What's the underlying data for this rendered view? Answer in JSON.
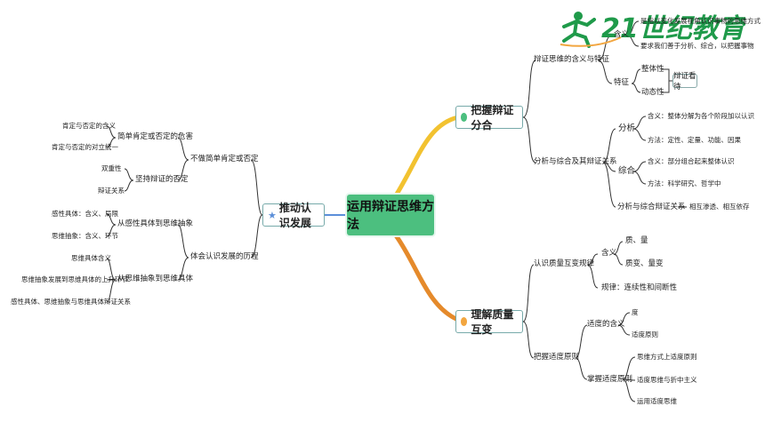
{
  "center": "运用辩证思维方法",
  "branches": {
    "top_right": {
      "title": "把握辩证分合",
      "sub1": {
        "title": "辩证思维的含义与特征",
        "meaning_label": "含义",
        "meaning_line1": "是指以变化发展视角认识事物的思维方式",
        "meaning_line2": "要求我们善于分析、综合，以把握事物",
        "features_label": "特征",
        "feature1": "整体性",
        "feature2": "动态性",
        "feature_box": "辩证看待"
      },
      "sub2": {
        "title": "分析与综合及其辩证关系",
        "analysis_label": "分析",
        "analysis_meaning": "含义：整体分解为各个阶段加以认识",
        "analysis_method": "方法：定性、定量、功能、因果",
        "synthesis_label": "综合",
        "synthesis_meaning": "含义：部分组合起来整体认识",
        "synthesis_method": "方法：科学研究、哲学中",
        "relation_label": "分析与综合辩证关系",
        "relation_value": "相互渗透、相互依存"
      }
    },
    "bottom_right": {
      "title": "理解质量互变",
      "sub1": {
        "title": "认识质量互变规律",
        "meaning_label": "含义",
        "meaning1": "质、量",
        "meaning2": "质变、量变",
        "rule": "规律：连续性和间断性"
      },
      "sub2": {
        "title": "把握适度原则",
        "degree_label": "适度的含义",
        "degree1": "度",
        "degree2": "适度原则",
        "master_label": "掌握适度原则",
        "master1": "思维方式上适度原则",
        "master2": "适度思维与折中主义",
        "master3": "运用适度思维"
      }
    },
    "left": {
      "title": "推动认识发展",
      "sub1": {
        "title": "不做简单肯定或否定",
        "a_label": "简单肯定或否定的危害",
        "a1": "肯定与否定的含义",
        "a2": "肯定与否定的对立统一",
        "b_label": "坚持辩证的否定",
        "b1": "双重性",
        "b2": "辩证关系"
      },
      "sub2": {
        "title": "体会认识发展的历程",
        "c_label": "从感性具体到思维抽象",
        "c1": "感性具体：含义、局限",
        "c2": "思维抽象：含义、环节",
        "d_label": "从思维抽象到思维具体",
        "d1": "思维具体含义",
        "d2": "思维抽象发展到思维具体的上升环节",
        "d3": "感性具体、思维抽象与思维具体辩证关系"
      }
    }
  },
  "logo": {
    "text": "21世纪教育",
    "color": "#1f9a4a"
  },
  "colors": {
    "center": "#4cbf7f",
    "top_branch": "#f2c230",
    "bottom_branch": "#e58a2b",
    "left_branch": "#5b8fd9"
  }
}
